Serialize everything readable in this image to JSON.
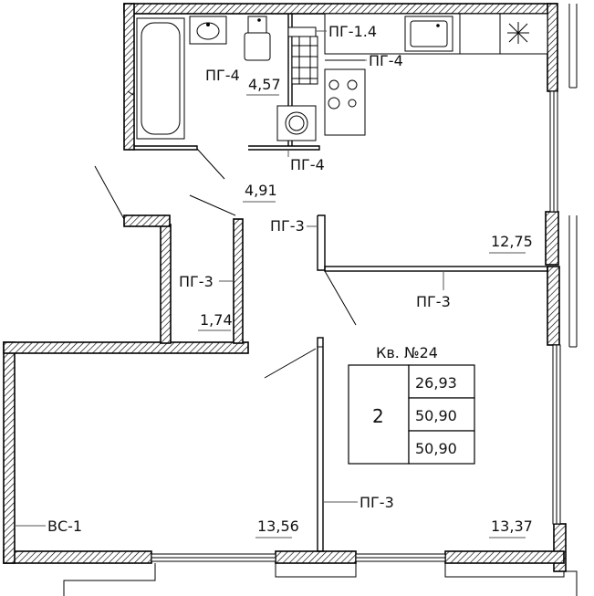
{
  "apartment": {
    "title": "Кв. №24",
    "rooms_count": "2",
    "living_area": "26,93",
    "total_area": "50,90",
    "total_area_2": "50,90"
  },
  "areas": {
    "bathroom": "4,57",
    "hallway": "4,91",
    "storage": "1,74",
    "kitchen": "12,75",
    "room_left": "13,56",
    "room_right": "13,37"
  },
  "marks": {
    "pg_14": "ПГ-1.4",
    "pg_4_kitchen": "ПГ-4",
    "pg_4_bath": "ПГ-4",
    "pg_4_hall": "ПГ-4",
    "pg_3_hall": "ПГ-3",
    "pg_3_storage": "ПГ-3",
    "pg_3_kitchen": "ПГ-3",
    "pg_3_room": "ПГ-3",
    "bs_1": "ВС-1"
  }
}
